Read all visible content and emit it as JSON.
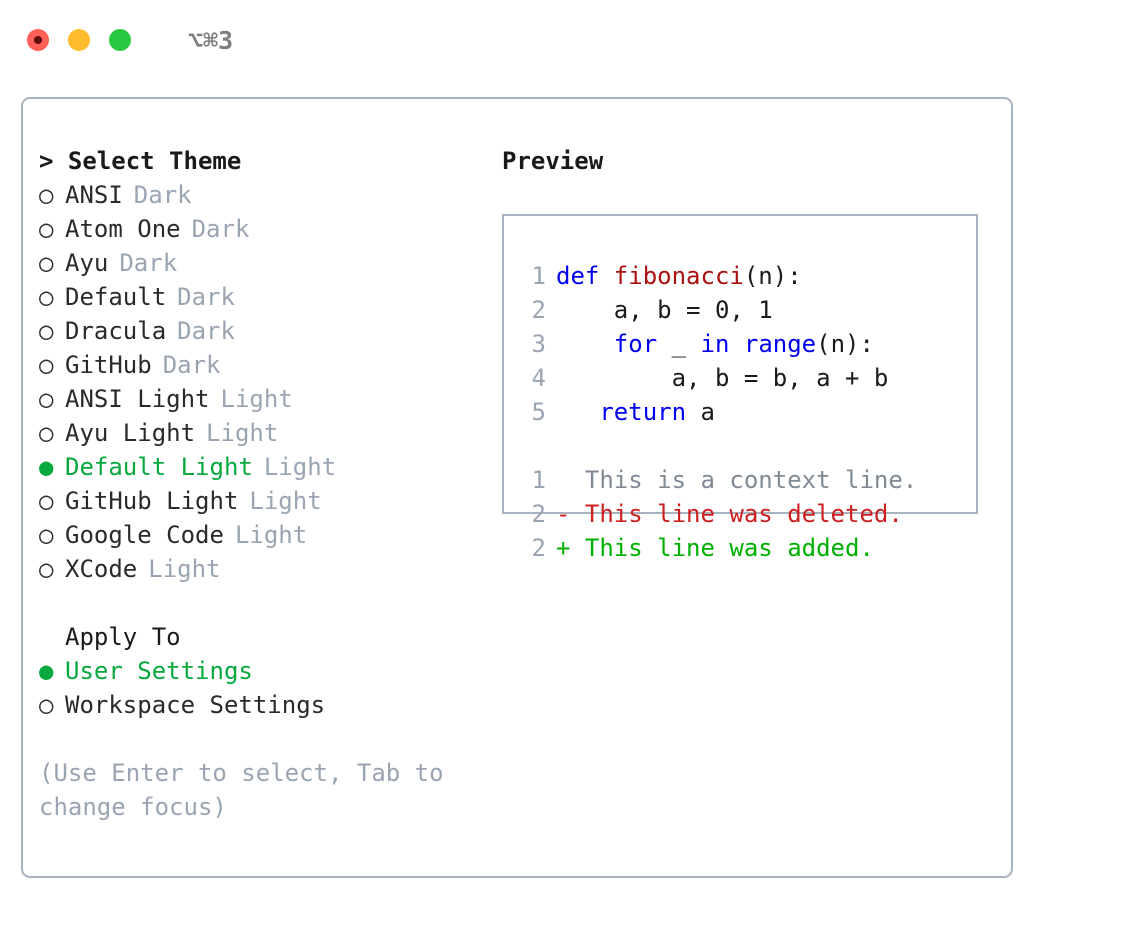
{
  "titlebar": {
    "shortcut": "⌥⌘3",
    "lights": [
      {
        "name": "close",
        "color": "#ff5f57"
      },
      {
        "name": "minimize",
        "color": "#febc2e"
      },
      {
        "name": "maximize",
        "color": "#28c840"
      }
    ]
  },
  "theme_section": {
    "heading": "> Select Theme",
    "marker_unselected": "○",
    "marker_selected": "●",
    "selected_color": "#07a83e",
    "kind_color": "#9aa4b2",
    "items": [
      {
        "label": "ANSI",
        "kind": "Dark",
        "selected": false
      },
      {
        "label": "Atom One",
        "kind": "Dark",
        "selected": false
      },
      {
        "label": "Ayu",
        "kind": "Dark",
        "selected": false
      },
      {
        "label": "Default",
        "kind": "Dark",
        "selected": false
      },
      {
        "label": "Dracula",
        "kind": "Dark",
        "selected": false
      },
      {
        "label": "GitHub",
        "kind": "Dark",
        "selected": false
      },
      {
        "label": "ANSI Light",
        "kind": "Light",
        "selected": false
      },
      {
        "label": "Ayu Light",
        "kind": "Light",
        "selected": false
      },
      {
        "label": "Default Light",
        "kind": "Light",
        "selected": true
      },
      {
        "label": "GitHub Light",
        "kind": "Light",
        "selected": false
      },
      {
        "label": "Google Code",
        "kind": "Light",
        "selected": false
      },
      {
        "label": "XCode",
        "kind": "Light",
        "selected": false
      }
    ]
  },
  "apply_section": {
    "heading": "Apply To",
    "items": [
      {
        "label": "User Settings",
        "selected": true
      },
      {
        "label": "Workspace Settings",
        "selected": false
      }
    ]
  },
  "hint": "(Use Enter to select, Tab to change focus)",
  "preview": {
    "title": "Preview",
    "code_lines": [
      {
        "num": "1",
        "segments": [
          {
            "text": "def ",
            "style": "kw"
          },
          {
            "text": "fibonacci",
            "style": "fn"
          },
          {
            "text": "(n):",
            "style": "pl"
          }
        ]
      },
      {
        "num": "2",
        "segments": [
          {
            "text": "    a, b = 0, 1",
            "style": "pl"
          }
        ]
      },
      {
        "num": "3",
        "segments": [
          {
            "text": "    ",
            "style": "pl"
          },
          {
            "text": "for",
            "style": "kw"
          },
          {
            "text": " _ ",
            "style": "pl"
          },
          {
            "text": "in",
            "style": "kw"
          },
          {
            "text": " ",
            "style": "pl"
          },
          {
            "text": "range",
            "style": "kw"
          },
          {
            "text": "(n):",
            "style": "pl"
          }
        ]
      },
      {
        "num": "4",
        "segments": [
          {
            "text": "        a, b = b, a + b",
            "style": "pl"
          }
        ]
      },
      {
        "num": "5",
        "segments": [
          {
            "text": "   ",
            "style": "pl"
          },
          {
            "text": "return",
            "style": "kw"
          },
          {
            "text": " a",
            "style": "pl"
          }
        ]
      }
    ],
    "diff_lines": [
      {
        "num": "1",
        "marker": " ",
        "text": " This is a context line.",
        "style": "diff-ctx"
      },
      {
        "num": "2",
        "marker": "-",
        "text": " This line was deleted.",
        "style": "diff-del"
      },
      {
        "num": "2",
        "marker": "+",
        "text": " This line was added.",
        "style": "diff-add"
      }
    ]
  },
  "colors": {
    "border": "#a9b3c0",
    "keyword": "#0000ee",
    "function": "#aa1111",
    "muted": "#9aa4b2",
    "diff_delete": "#cc1f1f",
    "diff_add": "#00b000",
    "accent_green": "#07a83e"
  }
}
